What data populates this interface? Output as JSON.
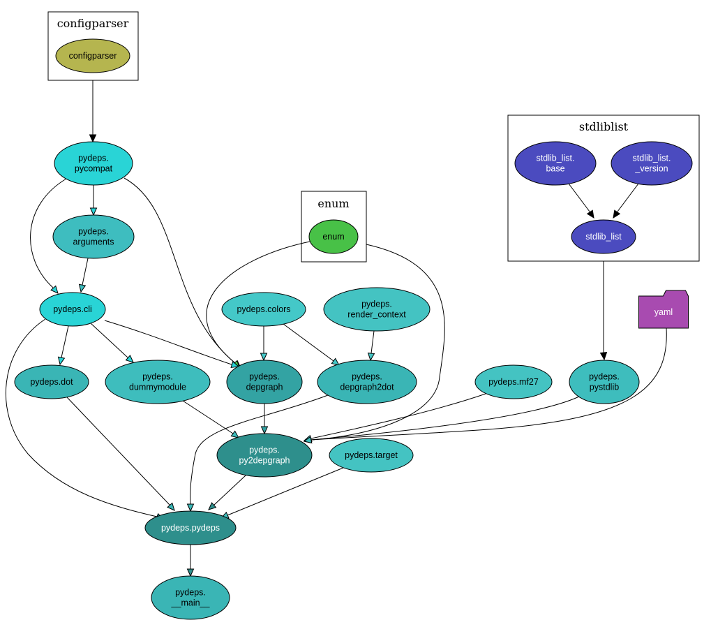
{
  "clusters": [
    {
      "id": "configparser",
      "title": "configparser"
    },
    {
      "id": "enum",
      "title": "enum"
    },
    {
      "id": "stdliblist",
      "title": "stdliblist"
    }
  ],
  "nodes": [
    {
      "id": "configparser",
      "lines": [
        "configparser"
      ],
      "fill": "#b5b54f",
      "text": "#000000"
    },
    {
      "id": "enum",
      "lines": [
        "enum"
      ],
      "fill": "#48c147",
      "text": "#000000"
    },
    {
      "id": "stdlib_list_base",
      "lines": [
        "stdlib_list.",
        "base"
      ],
      "fill": "#4b4bbf",
      "text": "#ffffff"
    },
    {
      "id": "stdlib_list_version",
      "lines": [
        "stdlib_list.",
        "_version"
      ],
      "fill": "#4b4bbf",
      "text": "#ffffff"
    },
    {
      "id": "stdlib_list",
      "lines": [
        "stdlib_list"
      ],
      "fill": "#4b4bbf",
      "text": "#ffffff"
    },
    {
      "id": "yaml",
      "lines": [
        "yaml"
      ],
      "fill": "#a84bb0",
      "text": "#ffffff",
      "shape": "folder"
    },
    {
      "id": "pycompat",
      "lines": [
        "pydeps.",
        "pycompat"
      ],
      "fill": "#29d4d6",
      "text": "#000000"
    },
    {
      "id": "arguments",
      "lines": [
        "pydeps.",
        "arguments"
      ],
      "fill": "#3ebdbf",
      "text": "#000000"
    },
    {
      "id": "cli",
      "lines": [
        "pydeps.cli"
      ],
      "fill": "#29d4d6",
      "text": "#000000"
    },
    {
      "id": "colors",
      "lines": [
        "pydeps.colors"
      ],
      "fill": "#44c8c8",
      "text": "#000000"
    },
    {
      "id": "render_context",
      "lines": [
        "pydeps.",
        "render_context"
      ],
      "fill": "#44c3c2",
      "text": "#000000"
    },
    {
      "id": "dot",
      "lines": [
        "pydeps.dot"
      ],
      "fill": "#3ab5b5",
      "text": "#000000"
    },
    {
      "id": "dummymodule",
      "lines": [
        "pydeps.",
        "dummymodule"
      ],
      "fill": "#3ebdbd",
      "text": "#000000"
    },
    {
      "id": "depgraph",
      "lines": [
        "pydeps.",
        "depgraph"
      ],
      "fill": "#33a3a3",
      "text": "#000000"
    },
    {
      "id": "depgraph2dot",
      "lines": [
        "pydeps.",
        "depgraph2dot"
      ],
      "fill": "#3ab5b5",
      "text": "#000000"
    },
    {
      "id": "mf27",
      "lines": [
        "pydeps.mf27"
      ],
      "fill": "#44c3c2",
      "text": "#000000"
    },
    {
      "id": "pystdlib",
      "lines": [
        "pydeps.",
        "pystdlib"
      ],
      "fill": "#3ebdbd",
      "text": "#000000"
    },
    {
      "id": "py2depgraph",
      "lines": [
        "pydeps.",
        "py2depgraph"
      ],
      "fill": "#2e8f8c",
      "text": "#ffffff"
    },
    {
      "id": "target",
      "lines": [
        "pydeps.target"
      ],
      "fill": "#44c3c2",
      "text": "#000000"
    },
    {
      "id": "pydeps",
      "lines": [
        "pydeps.pydeps"
      ],
      "fill": "#2e8f8c",
      "text": "#ffffff"
    },
    {
      "id": "main",
      "lines": [
        "pydeps.",
        "__main__"
      ],
      "fill": "#3ab5b5",
      "text": "#000000"
    }
  ],
  "edges": [
    {
      "from": "configparser",
      "to": "pycompat",
      "arrow_color": "#000000"
    },
    {
      "from": "pycompat",
      "to": "arguments",
      "arrow_color": "#29d4d6"
    },
    {
      "from": "pycompat",
      "to": "cli",
      "arrow_color": "#29d4d6"
    },
    {
      "from": "pycompat",
      "to": "depgraph",
      "arrow_color": "#29d4d6"
    },
    {
      "from": "arguments",
      "to": "cli",
      "arrow_color": "#3ebdbf"
    },
    {
      "from": "enum",
      "to": "depgraph",
      "arrow_color": "#48c147"
    },
    {
      "from": "enum",
      "to": "py2depgraph",
      "arrow_color": "#48c147"
    },
    {
      "from": "stdlib_list_base",
      "to": "stdlib_list",
      "arrow_color": "#000000"
    },
    {
      "from": "stdlib_list_version",
      "to": "stdlib_list",
      "arrow_color": "#000000"
    },
    {
      "from": "stdlib_list",
      "to": "pystdlib",
      "arrow_color": "#000000"
    },
    {
      "from": "yaml",
      "to": "py2depgraph",
      "arrow_color": "#a84bb0"
    },
    {
      "from": "cli",
      "to": "dot",
      "arrow_color": "#29d4d6"
    },
    {
      "from": "cli",
      "to": "dummymodule",
      "arrow_color": "#29d4d6"
    },
    {
      "from": "cli",
      "to": "depgraph",
      "arrow_color": "#29d4d6"
    },
    {
      "from": "cli",
      "to": "pydeps",
      "arrow_color": "#29d4d6"
    },
    {
      "from": "colors",
      "to": "depgraph",
      "arrow_color": "#44c8c8"
    },
    {
      "from": "colors",
      "to": "depgraph2dot",
      "arrow_color": "#44c8c8"
    },
    {
      "from": "render_context",
      "to": "depgraph2dot",
      "arrow_color": "#44c3c2"
    },
    {
      "from": "dot",
      "to": "pydeps",
      "arrow_color": "#3ab5b5"
    },
    {
      "from": "dummymodule",
      "to": "py2depgraph",
      "arrow_color": "#3ebdbd"
    },
    {
      "from": "depgraph",
      "to": "py2depgraph",
      "arrow_color": "#33a3a3"
    },
    {
      "from": "depgraph2dot",
      "to": "pydeps",
      "arrow_color": "#3ab5b5"
    },
    {
      "from": "mf27",
      "to": "py2depgraph",
      "arrow_color": "#44c3c2"
    },
    {
      "from": "pystdlib",
      "to": "py2depgraph",
      "arrow_color": "#3ebdbd"
    },
    {
      "from": "py2depgraph",
      "to": "pydeps",
      "arrow_color": "#2e8f8c"
    },
    {
      "from": "target",
      "to": "pydeps",
      "arrow_color": "#44c3c2"
    },
    {
      "from": "pydeps",
      "to": "main",
      "arrow_color": "#2e8f8c"
    }
  ]
}
